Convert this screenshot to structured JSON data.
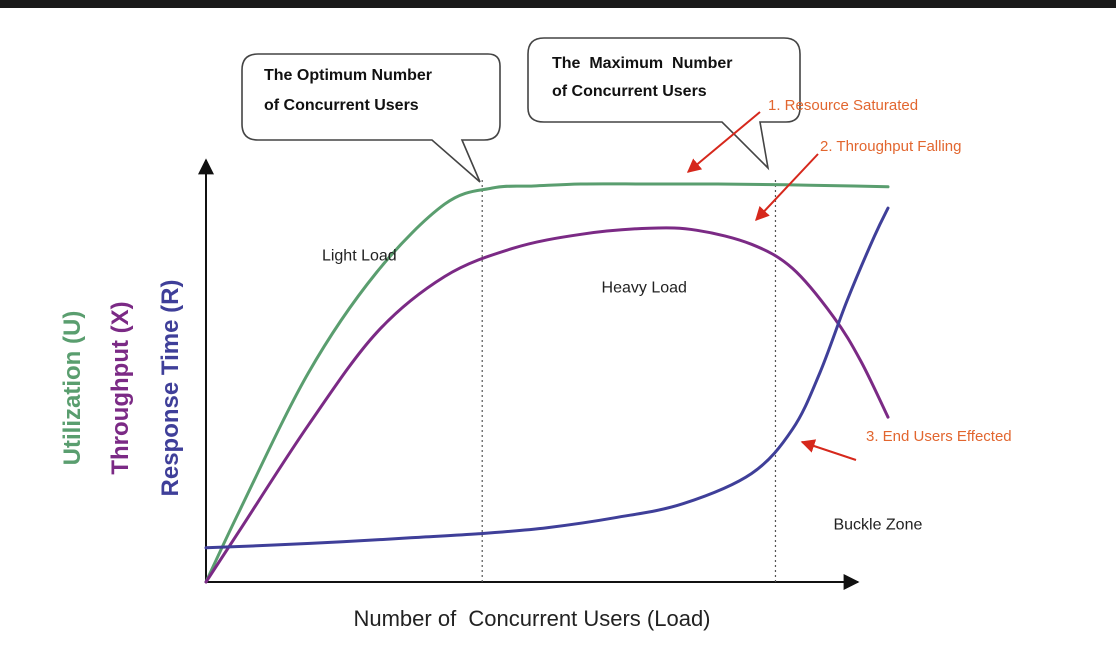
{
  "chart_data": {
    "type": "line",
    "title": "",
    "xlabel": "Number of  Concurrent Users (Load)",
    "ylabels": [
      {
        "text": "Utilization (U)",
        "color": "#5a9e6f"
      },
      {
        "text": "Throughput (X)",
        "color": "#7b2a85"
      },
      {
        "text": "Response Time (R)",
        "color": "#3f3f99"
      }
    ],
    "xlim": [
      0,
      100
    ],
    "ylim": [
      0,
      100
    ],
    "grid": false,
    "series": [
      {
        "name": "Utilization (U)",
        "color": "#5a9e6f",
        "x": [
          0,
          5,
          15,
          25,
          35,
          42,
          48,
          55,
          65,
          75,
          85,
          95,
          100
        ],
        "y": [
          0,
          18,
          52,
          77,
          94,
          98,
          98.5,
          99,
          99,
          99,
          98.8,
          98.5,
          98.3
        ]
      },
      {
        "name": "Throughput (X)",
        "color": "#7b2a85",
        "x": [
          0,
          5,
          15,
          25,
          35,
          45,
          55,
          65,
          72,
          80,
          86,
          92,
          96,
          100
        ],
        "y": [
          0,
          13,
          39,
          62,
          76,
          83,
          86.5,
          88,
          87.5,
          84,
          78,
          66,
          55,
          41
        ]
      },
      {
        "name": "Response Time (R)",
        "color": "#3f3f99",
        "x": [
          0,
          10,
          20,
          30,
          40,
          50,
          60,
          70,
          80,
          86,
          90,
          94,
          98,
          100
        ],
        "y": [
          8.5,
          9.2,
          10,
          11,
          12,
          13.5,
          16,
          19.5,
          27,
          38,
          52,
          70,
          86,
          93
        ]
      }
    ],
    "vlines": [
      {
        "x": 40.5,
        "label": "optimum"
      },
      {
        "x": 83.5,
        "label": "maximum"
      }
    ],
    "region_labels": [
      {
        "text": "Light Load",
        "x": 17,
        "y": 80
      },
      {
        "text": "Heavy Load",
        "x": 58,
        "y": 72
      },
      {
        "text": "Buckle Zone",
        "x": 92,
        "y": 13
      }
    ],
    "callouts": [
      {
        "lines": [
          "The Optimum Number",
          "of Concurrent Users"
        ]
      },
      {
        "lines": [
          "The  Maximum  Number",
          "of Concurrent Users"
        ]
      }
    ],
    "annotations": [
      {
        "text": "1. Resource Saturated",
        "target_x": 70,
        "target_y": 98.6
      },
      {
        "text": "2. Throughput Falling",
        "target_x": 81,
        "target_y": 86
      },
      {
        "text": "3. End Users Effected",
        "target_x": 88,
        "target_y": 33
      }
    ]
  }
}
